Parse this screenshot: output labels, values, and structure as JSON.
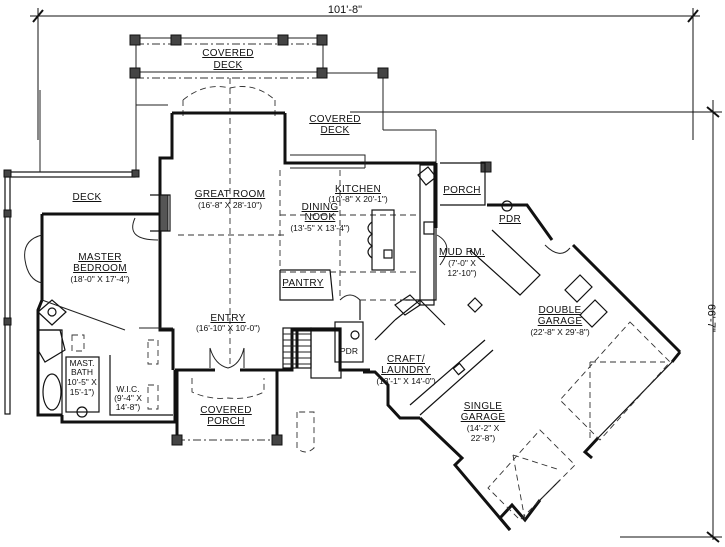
{
  "dimensions": {
    "overall_width": "101'-8\"",
    "overall_depth": "66'-7\""
  },
  "rooms": {
    "covered_deck_upper": {
      "name_line1": "COVERED",
      "name_line2": "DECK"
    },
    "covered_deck_right": {
      "name_line1": "COVERED",
      "name_line2": "DECK"
    },
    "deck": {
      "name": "DECK"
    },
    "great_room": {
      "name": "GREAT ROOM",
      "size": "(16'-8\" X 28'-10\")"
    },
    "kitchen": {
      "name": "KITCHEN",
      "size": "(10'-8\" X 20'-1\")"
    },
    "dining_nook": {
      "name_line1": "DINING",
      "name_line2": "NOOK",
      "size": "(13'-5\" X 13'-4\")"
    },
    "porch": {
      "name": "PORCH"
    },
    "pdr_upper": {
      "name": "PDR"
    },
    "mud_room": {
      "name": "MUD RM.",
      "size_line1": "(7'-0\" X",
      "size_line2": "12'-10\")"
    },
    "master_bedroom": {
      "name_line1": "MASTER",
      "name_line2": "BEDROOM",
      "size": "(18'-0\" X 17'-4\")"
    },
    "pantry": {
      "name": "PANTRY"
    },
    "double_garage": {
      "name_line1": "DOUBLE",
      "name_line2": "GARAGE",
      "size": "(22'-8\" X 29'-8\")"
    },
    "entry": {
      "name": "ENTRY",
      "size": "(16'-10\" X 10'-0\")"
    },
    "master_bath": {
      "name_line1": "MAST.",
      "name_line2": "BATH",
      "size_line1": "10'-5\" X",
      "size_line2": "15'-1\")"
    },
    "wic": {
      "name": "W.I.C.",
      "size_line1": "(9'-4\" X",
      "size_line2": "14'-8\")"
    },
    "pdr_lower": {
      "name": "PDR"
    },
    "craft_laundry": {
      "name": "CRAFT/",
      "name_line2": "LAUNDRY",
      "size": "(13'-1\" X 14'-0\")"
    },
    "single_garage": {
      "name_line1": "SINGLE",
      "name_line2": "GARAGE",
      "size_line1": "(14'-2\" X",
      "size_line2": "22'-8\")"
    },
    "covered_porch": {
      "name_line1": "COVERED",
      "name_line2": "PORCH"
    }
  }
}
